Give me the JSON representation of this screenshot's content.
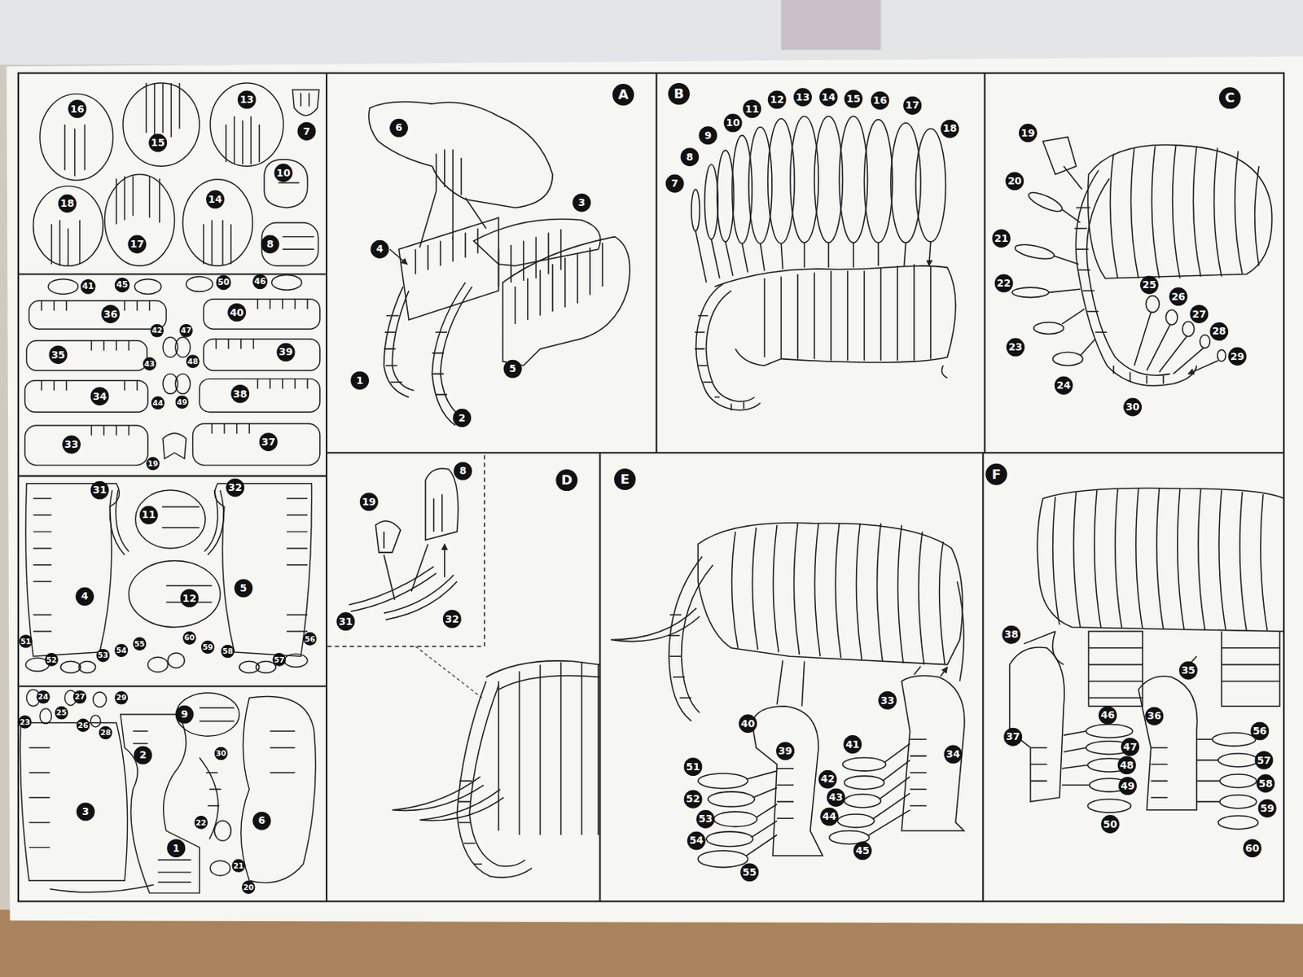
{
  "diagram": {
    "nodes": [
      {
        "text": [
          "A"
        ]
      },
      {
        "text": [
          "B"
        ]
      },
      {
        "text": [
          "C"
        ]
      },
      {
        "text": [
          "D"
        ]
      },
      {
        "text": [
          "E"
        ]
      },
      {
        "text": [
          "F"
        ]
      }
    ],
    "labels": [
      "16",
      "15",
      "13",
      "7",
      "10",
      "18",
      "17",
      "14",
      "8",
      "41",
      "45",
      "50",
      "46",
      "36",
      "40",
      "42",
      "47",
      "35",
      "39",
      "43",
      "48",
      "34",
      "38",
      "44",
      "49",
      "33",
      "37",
      "19",
      "31",
      "32",
      "11",
      "4",
      "12",
      "5",
      "51",
      "52",
      "53",
      "54",
      "55",
      "60",
      "59",
      "58",
      "56",
      "57",
      "24",
      "23",
      "25",
      "27",
      "29",
      "26",
      "28",
      "9",
      "2",
      "30",
      "3",
      "22",
      "6",
      "1",
      "21",
      "20",
      "6",
      "3",
      "4",
      "1",
      "5",
      "2",
      "12",
      "13",
      "14",
      "15",
      "16",
      "17",
      "11",
      "10",
      "18",
      "9",
      "8",
      "7",
      "19",
      "20",
      "21",
      "22",
      "25",
      "26",
      "27",
      "28",
      "23",
      "29",
      "24",
      "30",
      "8",
      "19",
      "31",
      "32",
      "33",
      "40",
      "39",
      "41",
      "34",
      "51",
      "42",
      "52",
      "43",
      "53",
      "44",
      "54",
      "45",
      "55",
      "38",
      "35",
      "46",
      "36",
      "56",
      "37",
      "47",
      "57",
      "48",
      "58",
      "49",
      "59",
      "50",
      "60"
    ]
  }
}
